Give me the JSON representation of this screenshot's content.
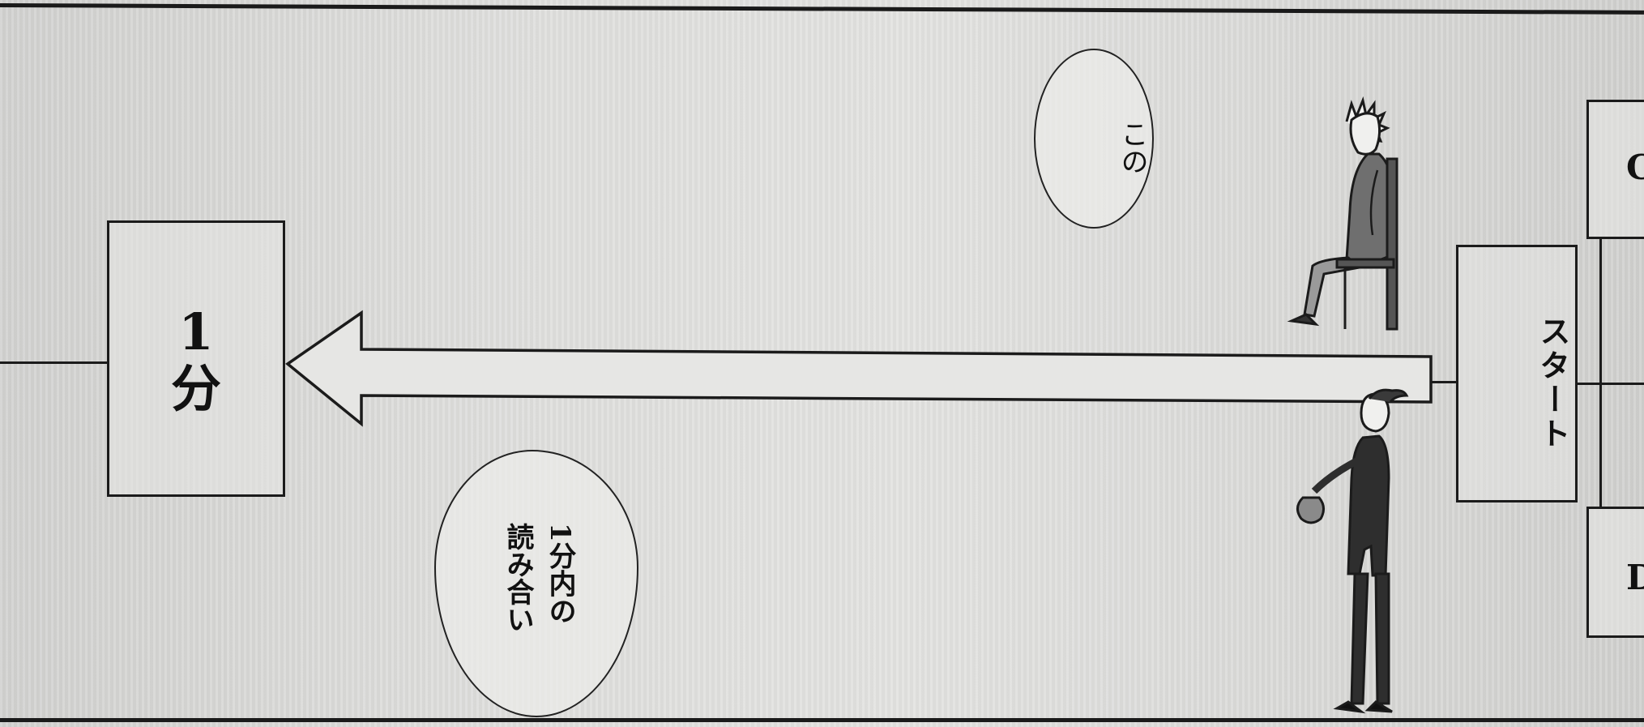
{
  "panel": {
    "timer_label": "1\n分",
    "start_label": "スタート",
    "edge_top_letter": "C",
    "edge_bottom_letter": "D"
  },
  "speech": {
    "top_bubble": "この",
    "bottom_bubble": "1分内の\n読み合い"
  },
  "colors": {
    "paper": "#dededc",
    "ink": "#1b1b1b"
  }
}
